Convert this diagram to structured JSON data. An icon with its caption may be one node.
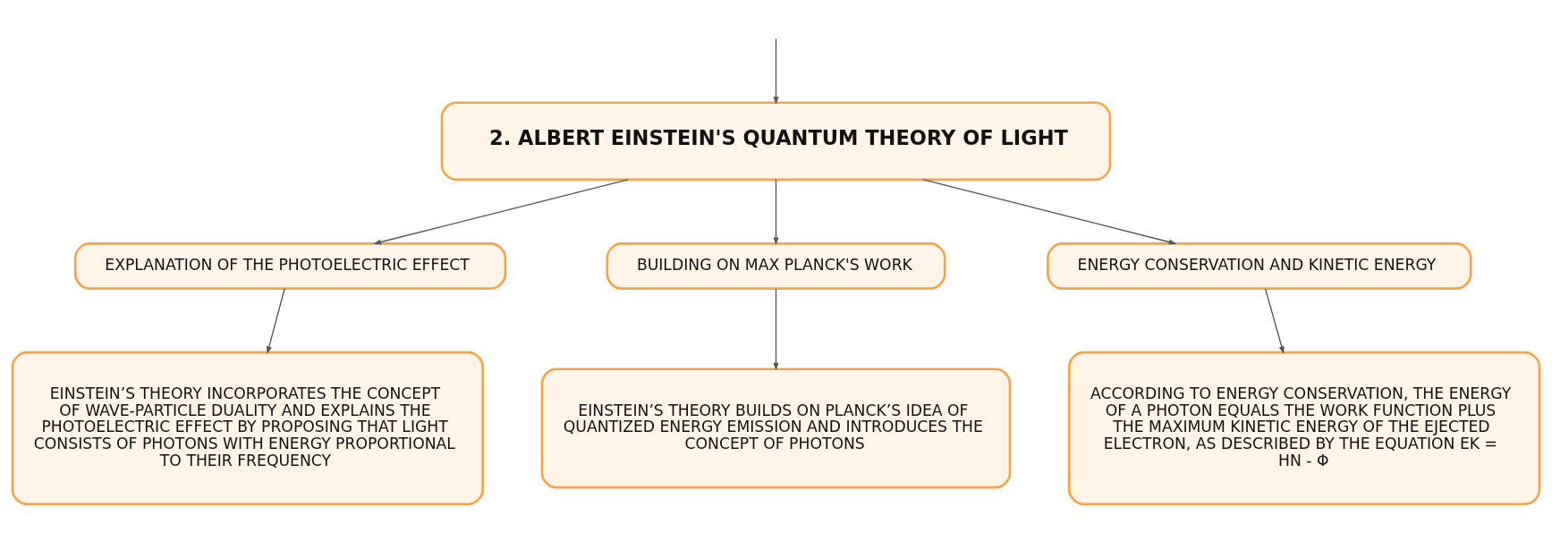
{
  "diagram": {
    "nodes": [
      {
        "text": [
          "2. ALBERT EINSTEIN'S QUANTUM THEORY OF LIGHT"
        ]
      },
      {
        "text": [
          "EXPLANATION OF THE PHOTOELECTRIC EFFECT"
        ]
      },
      {
        "text": [
          "BUILDING ON MAX PLANCK'S WORK"
        ]
      },
      {
        "text": [
          "ENERGY CONSERVATION AND KINETIC ENERGY"
        ]
      },
      {
        "text": [
          "EINSTEIN’S THEORY INCORPORATES THE CONCEPT OF WAVE-PARTICLE DUALITY AND EXPLAINS THE PHOTOELECTRIC EFFECT BY PROPOSING THAT LIGHT CONSISTS OF PHOTONS WITH ENERGY PROPORTIONAL TO THEIR FREQUENCY"
        ]
      },
      {
        "text": [
          "EINSTEIN’S THEORY BUILDS ON PLANCK’S IDEA OF QUANTIZED ENERGY EMISSION AND INTRODUCES THE CONCEPT OF PHOTONS"
        ]
      },
      {
        "text": [
          "ACCORDING TO ENERGY CONSERVATION, THE ENERGY OF A PHOTON EQUALS THE WORK FUNCTION PLUS THE MAXIMUM KINETIC ENERGY OF THE EJECTED ELECTRON, AS DESCRIBED BY THE EQUATION EK = HΝ - Φ"
        ]
      }
    ],
    "edges": [
      {
        "from": null,
        "to": 0,
        "arrow": "to"
      },
      {
        "from": 0,
        "to": 1,
        "arrow": "to"
      },
      {
        "from": 0,
        "to": 2,
        "arrow": "to"
      },
      {
        "from": 0,
        "to": 3,
        "arrow": "to"
      },
      {
        "from": 1,
        "to": 4,
        "arrow": "to"
      },
      {
        "from": 2,
        "to": 5,
        "arrow": "to"
      },
      {
        "from": 3,
        "to": 6,
        "arrow": "to"
      }
    ]
  }
}
